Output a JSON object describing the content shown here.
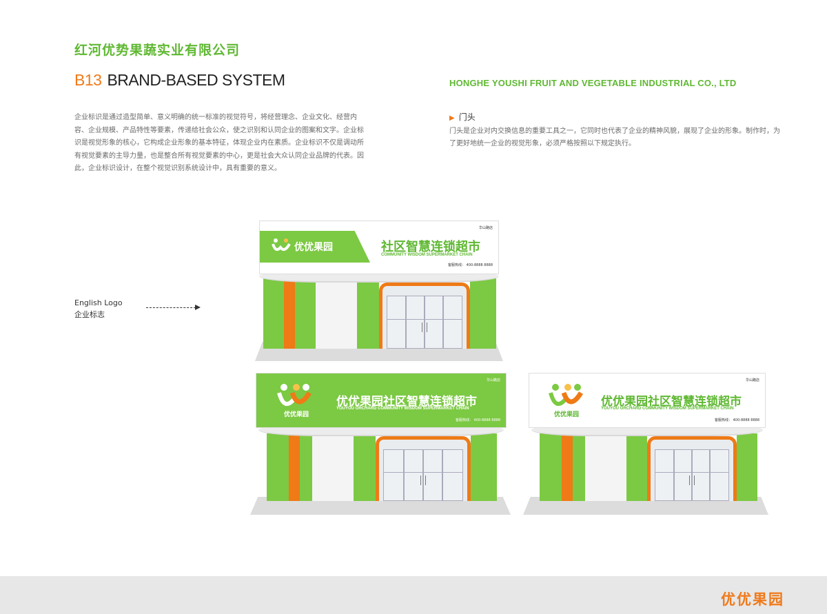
{
  "header": {
    "company_cn": "红河优势果蔬实业有限公司",
    "section_code": "B13",
    "section_title": "BRAND-BASED SYSTEM",
    "company_en": "HONGHE YOUSHI FRUIT AND VEGETABLE INDUSTRIAL CO., LTD"
  },
  "intro": {
    "text": "企业标识是通过造型简单、意义明确的统一标准的视觉符号，将经营理念、企业文化、经营内容、企业规模、产品特性等要素，传递给社会公众，使之识别和认同企业的图案和文字。企业标识是视觉形象的核心，它构成企业形象的基本特征，体现企业内在素质。企业标识不仅是调动所有视觉要素的主导力量，也是整合所有视觉要素的中心，更是社会大众认同企业品牌的代表。因此，企业标识设计，在整个视觉识别系统设计中，具有重要的意义。"
  },
  "section": {
    "heading": "门头",
    "text": "门头是企业对内交换信息的重要工具之一，它同时也代表了企业的精神风貌，展现了企业的形象。制作时，为了更好地统一企业的视觉形象，必须严格按照以下规定执行。"
  },
  "callout": {
    "line1": "English Logo",
    "line2": "企业标志"
  },
  "store1": {
    "logo_text": "优优果园",
    "title": "社区智慧连锁超市",
    "subtitle": "COMMUNITY WISDOM SUPERMARKET CHAIN",
    "tag": "华山路店",
    "phone_label": "客服热线：",
    "phone": "400-8888 8888"
  },
  "store2": {
    "logo_text": "优优果园",
    "title": "优优果园社区智慧连锁超市",
    "subtitle": "YOUYOU ORCHARD COMMUNITY WISDOM SUPERMARKET CHAIN",
    "tag": "华山路店",
    "phone_label": "客服热线：",
    "phone": "400-8888 8888"
  },
  "store3": {
    "logo_text": "优优果园",
    "title": "优优果园社区智慧连锁超市",
    "subtitle": "YOUYOU ORCHARD COMMUNITY WISDOM SUPERMARKET CHAIN",
    "tag": "华山路店",
    "phone_label": "客服热线：",
    "phone": "400-8888 8888"
  },
  "footer": {
    "logo_text": "优优果园"
  },
  "colors": {
    "brand_green": "#7cc943",
    "brand_orange": "#ef7a16",
    "title_green": "#5fb832"
  }
}
